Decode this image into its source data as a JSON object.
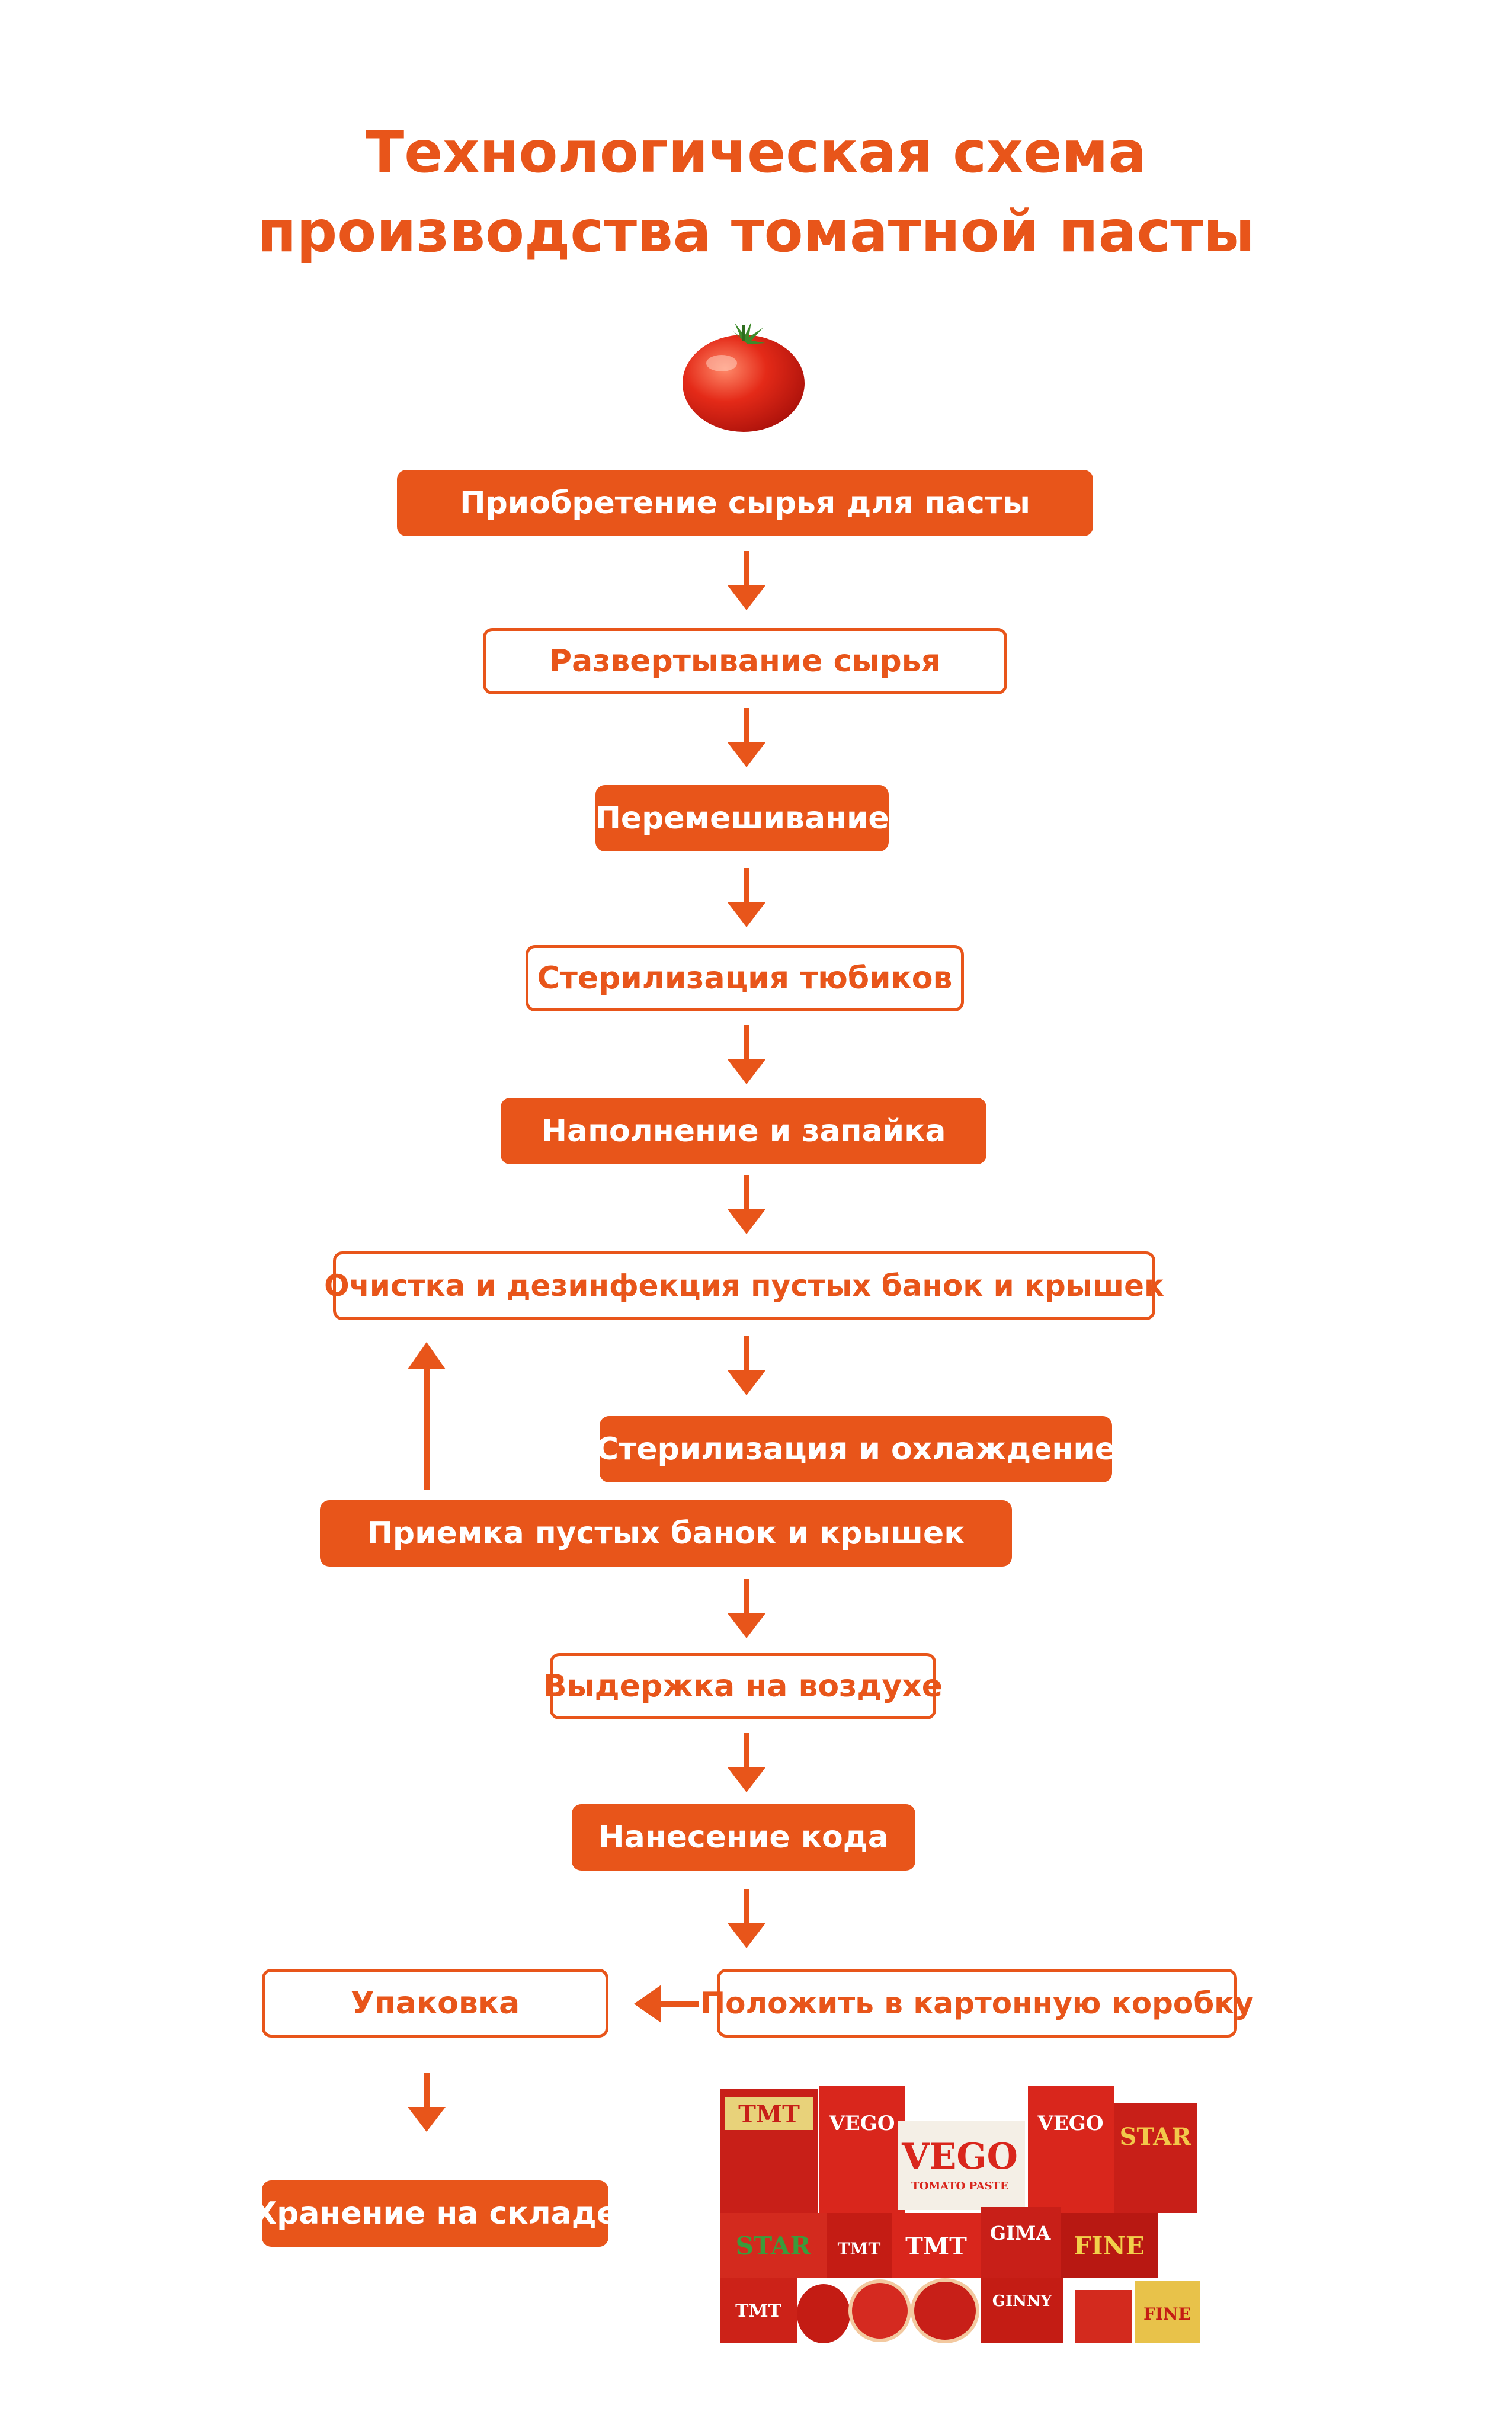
{
  "title": {
    "line1": "Технологическая схема",
    "line2": "производства томатной пасты"
  },
  "accent_color": "#e8551a",
  "steps": {
    "raw_purchase": "Приобретение сырья для пасты",
    "raw_unfold": "Развертывание сырья",
    "mixing": "Перемешивание",
    "tube_sterilization": "Стерилизация тюбиков",
    "filling_sealing": "Наполнение и запайка",
    "cleaning": "Очистка и дезинфекция пустых банок и крышек",
    "sterilization_cooling": "Стерилизация и охлаждение",
    "receiving_cans": "Приемка пустых банок и крышек",
    "air_aging": "Выдержка на воздухе",
    "coding": "Нанесение кода",
    "carton": "Положить в картонную коробку",
    "packing": "Упаковка",
    "storage": "Хранение на складе"
  },
  "product_labels": {
    "tmt": "TMT",
    "vego": "VEGO",
    "star": "STAR",
    "gima": "GIMA",
    "fine": "FINE",
    "ginny": "GINNY",
    "tomato_paste": "TOMATO PASTE"
  }
}
